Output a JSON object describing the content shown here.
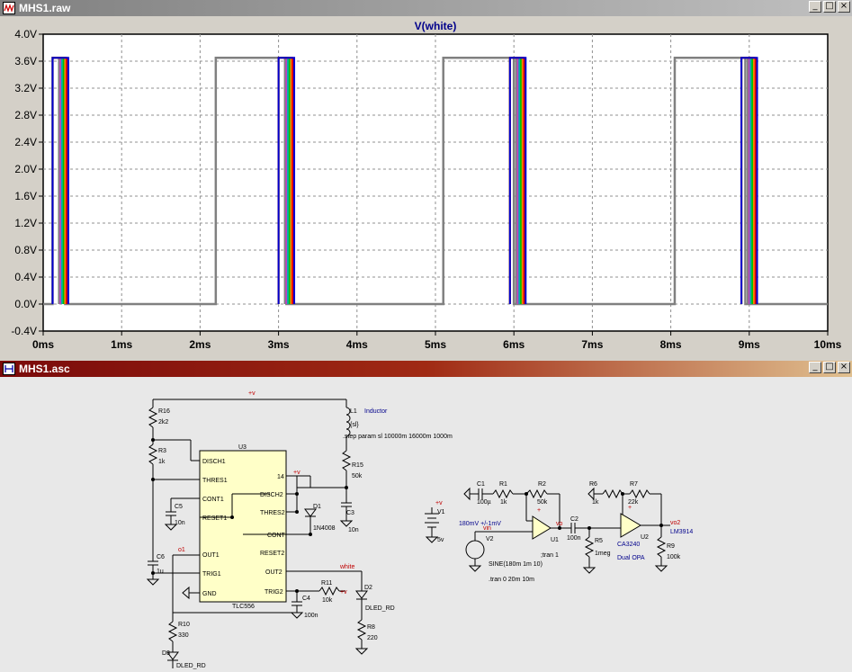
{
  "plot_window": {
    "title": "MHS1.raw",
    "buttons": {
      "minimize": "_",
      "maximize": "□",
      "close": "×"
    }
  },
  "schematic_window": {
    "title": "MHS1.asc",
    "buttons": {
      "minimize": "_",
      "maximize": "□",
      "close": "×"
    }
  },
  "chart_data": {
    "type": "line",
    "title": "V(white)",
    "xlabel": "",
    "ylabel": "",
    "x_unit": "ms",
    "y_unit": "V",
    "xlim": [
      0,
      10
    ],
    "ylim": [
      -0.4,
      4.0
    ],
    "x_ticks": [
      "0ms",
      "1ms",
      "2ms",
      "3ms",
      "4ms",
      "5ms",
      "6ms",
      "7ms",
      "8ms",
      "9ms",
      "10ms"
    ],
    "y_ticks": [
      "4.0V",
      "3.6V",
      "3.2V",
      "2.8V",
      "2.4V",
      "2.0V",
      "1.6V",
      "1.2V",
      "0.8V",
      "0.4V",
      "0.0V",
      "-0.4V"
    ],
    "grid": true,
    "gray_series": {
      "color": "#808080",
      "points": [
        [
          0.0,
          0.0
        ],
        [
          0.12,
          0.0
        ],
        [
          0.12,
          3.65
        ],
        [
          0.28,
          3.65
        ],
        [
          0.28,
          0.0
        ],
        [
          2.2,
          0.0
        ],
        [
          2.2,
          3.65
        ],
        [
          3.1,
          3.65
        ],
        [
          3.1,
          0.0
        ],
        [
          5.1,
          0.0
        ],
        [
          5.1,
          3.65
        ],
        [
          6.0,
          3.65
        ],
        [
          6.0,
          0.0
        ],
        [
          8.05,
          0.0
        ],
        [
          8.05,
          3.65
        ],
        [
          8.95,
          3.65
        ],
        [
          8.95,
          0.0
        ],
        [
          10.0,
          0.0
        ]
      ]
    },
    "colored_series": {
      "high": 3.65,
      "low": 0.0,
      "pulse_starts": [
        0.12,
        3.0,
        5.95,
        8.9
      ],
      "pulse_widths": [
        0.08,
        0.1,
        0.12,
        0.14,
        0.16,
        0.18,
        0.2
      ],
      "colors": [
        "#808080",
        "#c040c0",
        "#00b0b0",
        "#00c000",
        "#ff8000",
        "#e00000",
        "#0000d0"
      ]
    }
  },
  "schematic": {
    "labels": {
      "pos_v_top": "+v",
      "r16": "R16",
      "r16_val": "2k2",
      "r3": "R3",
      "r3_val": "1k",
      "c5": "C5",
      "c5_val": "10n",
      "c6": "C6",
      "c6_val": "1u",
      "r10": "R10",
      "r10_val": "330",
      "d3": "D3",
      "d3_val": "DLED_RD",
      "u3": "U3",
      "u3_part": "TLC556",
      "pin_disch1": "DISCH1",
      "pin_thres1": "THRES1",
      "pin_cont1": "CONT1",
      "pin_reset1": "RESET1",
      "pin_out1": "OUT1",
      "pin_trig1": "TRIG1",
      "pin_gnd": "GND",
      "pin_14": "14",
      "pin_disch2": "DISCH2",
      "pin_thres2": "THRES2",
      "pin_cont": "CONT",
      "pin_reset2": "RESET2",
      "pin_out2": "OUT2",
      "pin_trig2": "TRIG2",
      "o1": "o1",
      "pos_v_mid": "+v",
      "l1": "L1",
      "l1_name": "Inductor",
      "l1_val": "{sl}",
      "step": ".step param sl 10000m 16000m 1000m",
      "r15": "R15",
      "r15_val": "50k",
      "d1": "D1",
      "d1_val": "1N4008",
      "c3": "C3",
      "c3_val": "10n",
      "white": "white",
      "c4": "C4",
      "c4_val": "100n",
      "r11": "R11",
      "r11_val": "10k",
      "pos_v_r11": "+v",
      "d2": "D2",
      "d2_val": "DLED_RD",
      "r8": "R8",
      "r8_val": "220",
      "v1": "V1",
      "v1_val": "5v",
      "v1_node": "+v",
      "c1": "C1",
      "c1_val": "100µ",
      "r1": "R1",
      "r1_val": "1k",
      "r2": "R2",
      "r2_val": "50k",
      "v2": "V2",
      "v2_desc": "180mV +/-1mV",
      "vin": "vin",
      "v2_sine": "SINE(180m 1m 10)",
      "u1": "U1",
      "vo": "vo",
      "tran1": ";tran 1",
      "c2": "C2",
      "c2_val": "100n",
      "r5": "R5",
      "r5_val": "1meg",
      "r6": "R6",
      "r6_val": "1k",
      "r7": "R7",
      "r7_val": "22k",
      "u2": "U2",
      "u2_part": "CA3240",
      "u2_desc": "Dual OPA",
      "vo2": "vo2",
      "lm": "LM3914",
      "r9": "R9",
      "r9_val": "100k",
      "tran2": ".tran 0 20m 10m",
      "plus_u1": "+",
      "plus_u2": "+"
    }
  }
}
